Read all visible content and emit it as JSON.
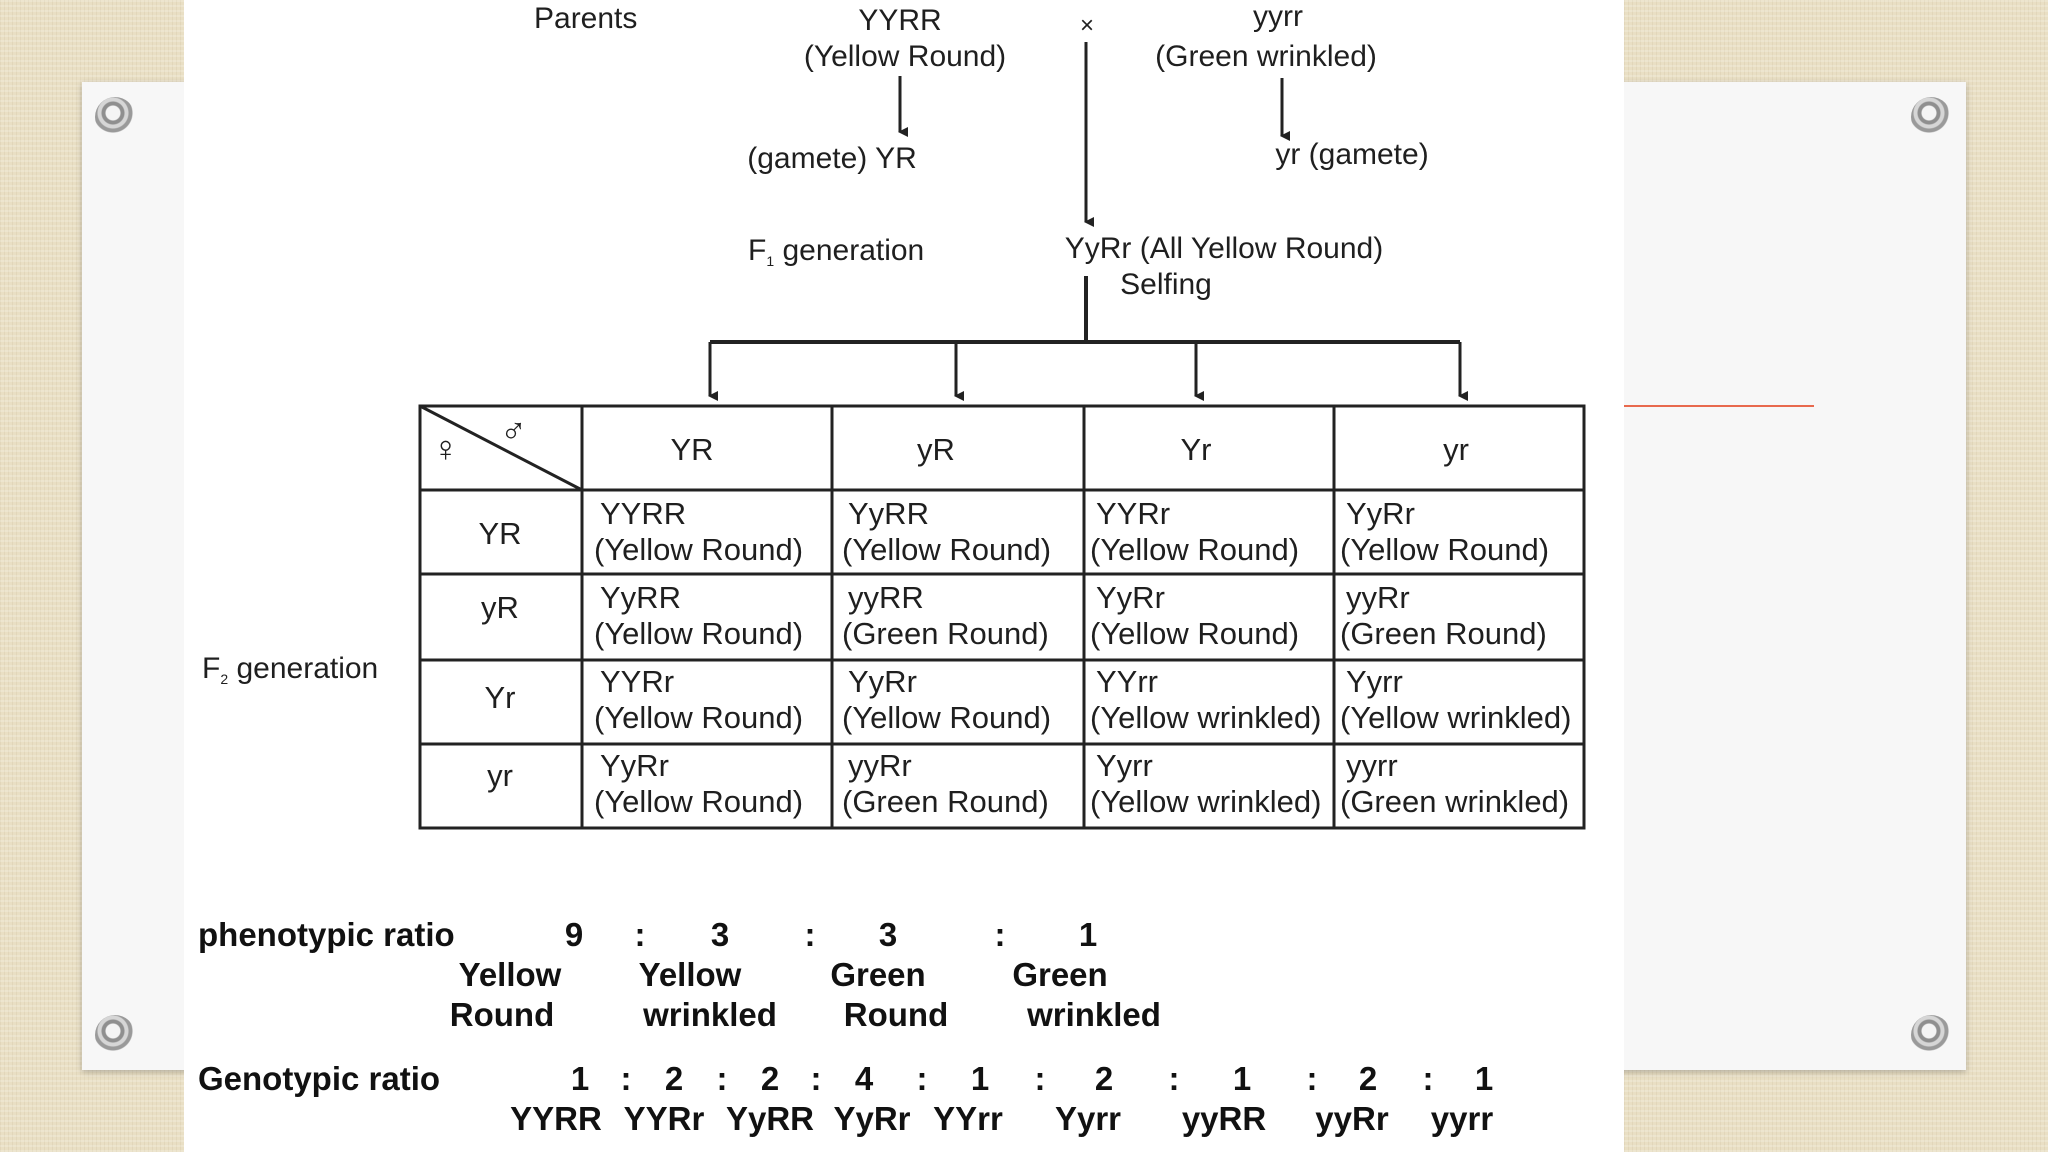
{
  "parents": {
    "label": "Parents",
    "parent1": {
      "genotype": "YYRR",
      "phenotype": "(Yellow Round)",
      "gamete": "(gamete) YR"
    },
    "cross": "×",
    "parent2": {
      "genotype": "yyrr",
      "phenotype": "(Green wrinkled)",
      "gamete": "yr (gamete)"
    }
  },
  "f1": {
    "label_main": "F",
    "label_sub": "1",
    "label_rest": " generation",
    "result": "YyRr (All Yellow Round)",
    "selfing": "Selfing"
  },
  "f2": {
    "label_main": "F",
    "label_sub": "2",
    "label_rest": " generation",
    "corner_female": "♀",
    "corner_male": "♂",
    "col_headers": [
      "YR",
      "yR",
      "Yr",
      "yr"
    ],
    "row_headers": [
      "YR",
      "yR",
      "Yr",
      "yr"
    ],
    "cells": [
      [
        {
          "g": "YYRR",
          "p": "(Yellow Round)"
        },
        {
          "g": "YyRR",
          "p": "(Yellow Round)"
        },
        {
          "g": "YYRr",
          "p": "(Yellow Round)"
        },
        {
          "g": "YyRr",
          "p": "(Yellow Round)"
        }
      ],
      [
        {
          "g": "YyRR",
          "p": "(Yellow Round)"
        },
        {
          "g": "yyRR",
          "p": "(Green Round)"
        },
        {
          "g": "YyRr",
          "p": "(Yellow Round)"
        },
        {
          "g": "yyRr",
          "p": "(Green Round)"
        }
      ],
      [
        {
          "g": "YYRr",
          "p": "(Yellow Round)"
        },
        {
          "g": "YyRr",
          "p": "(Yellow Round)"
        },
        {
          "g": "YYrr",
          "p": "(Yellow wrinkled)"
        },
        {
          "g": "Yyrr",
          "p": "(Yellow wrinkled)"
        }
      ],
      [
        {
          "g": "YyRr",
          "p": "(Yellow Round)"
        },
        {
          "g": "yyRr",
          "p": "(Green Round)"
        },
        {
          "g": "Yyrr",
          "p": "(Yellow wrinkled)"
        },
        {
          "g": "yyrr",
          "p": "(Green wrinkled)"
        }
      ]
    ]
  },
  "phenotypic": {
    "label": "phenotypic ratio",
    "numbers": [
      "9",
      "3",
      "3",
      "1"
    ],
    "separators": [
      ":",
      ":",
      ":"
    ],
    "line1": [
      "Yellow",
      "Yellow",
      "Green",
      "Green"
    ],
    "line2": [
      "Round",
      "wrinkled",
      "Round",
      "wrinkled"
    ]
  },
  "genotypic": {
    "label": "Genotypic ratio",
    "numbers": [
      "1",
      "2",
      "2",
      "4",
      "1",
      "2",
      "1",
      "2",
      "1"
    ],
    "separators": [
      ":",
      ":",
      ":",
      ":",
      ":",
      ":",
      ":",
      ":"
    ],
    "genotypes": [
      "YYRR",
      "YYRr",
      "YyRR",
      "YyRr",
      "YYrr",
      "Yyrr",
      "yyRR",
      "yyRr",
      "yyrr"
    ]
  }
}
